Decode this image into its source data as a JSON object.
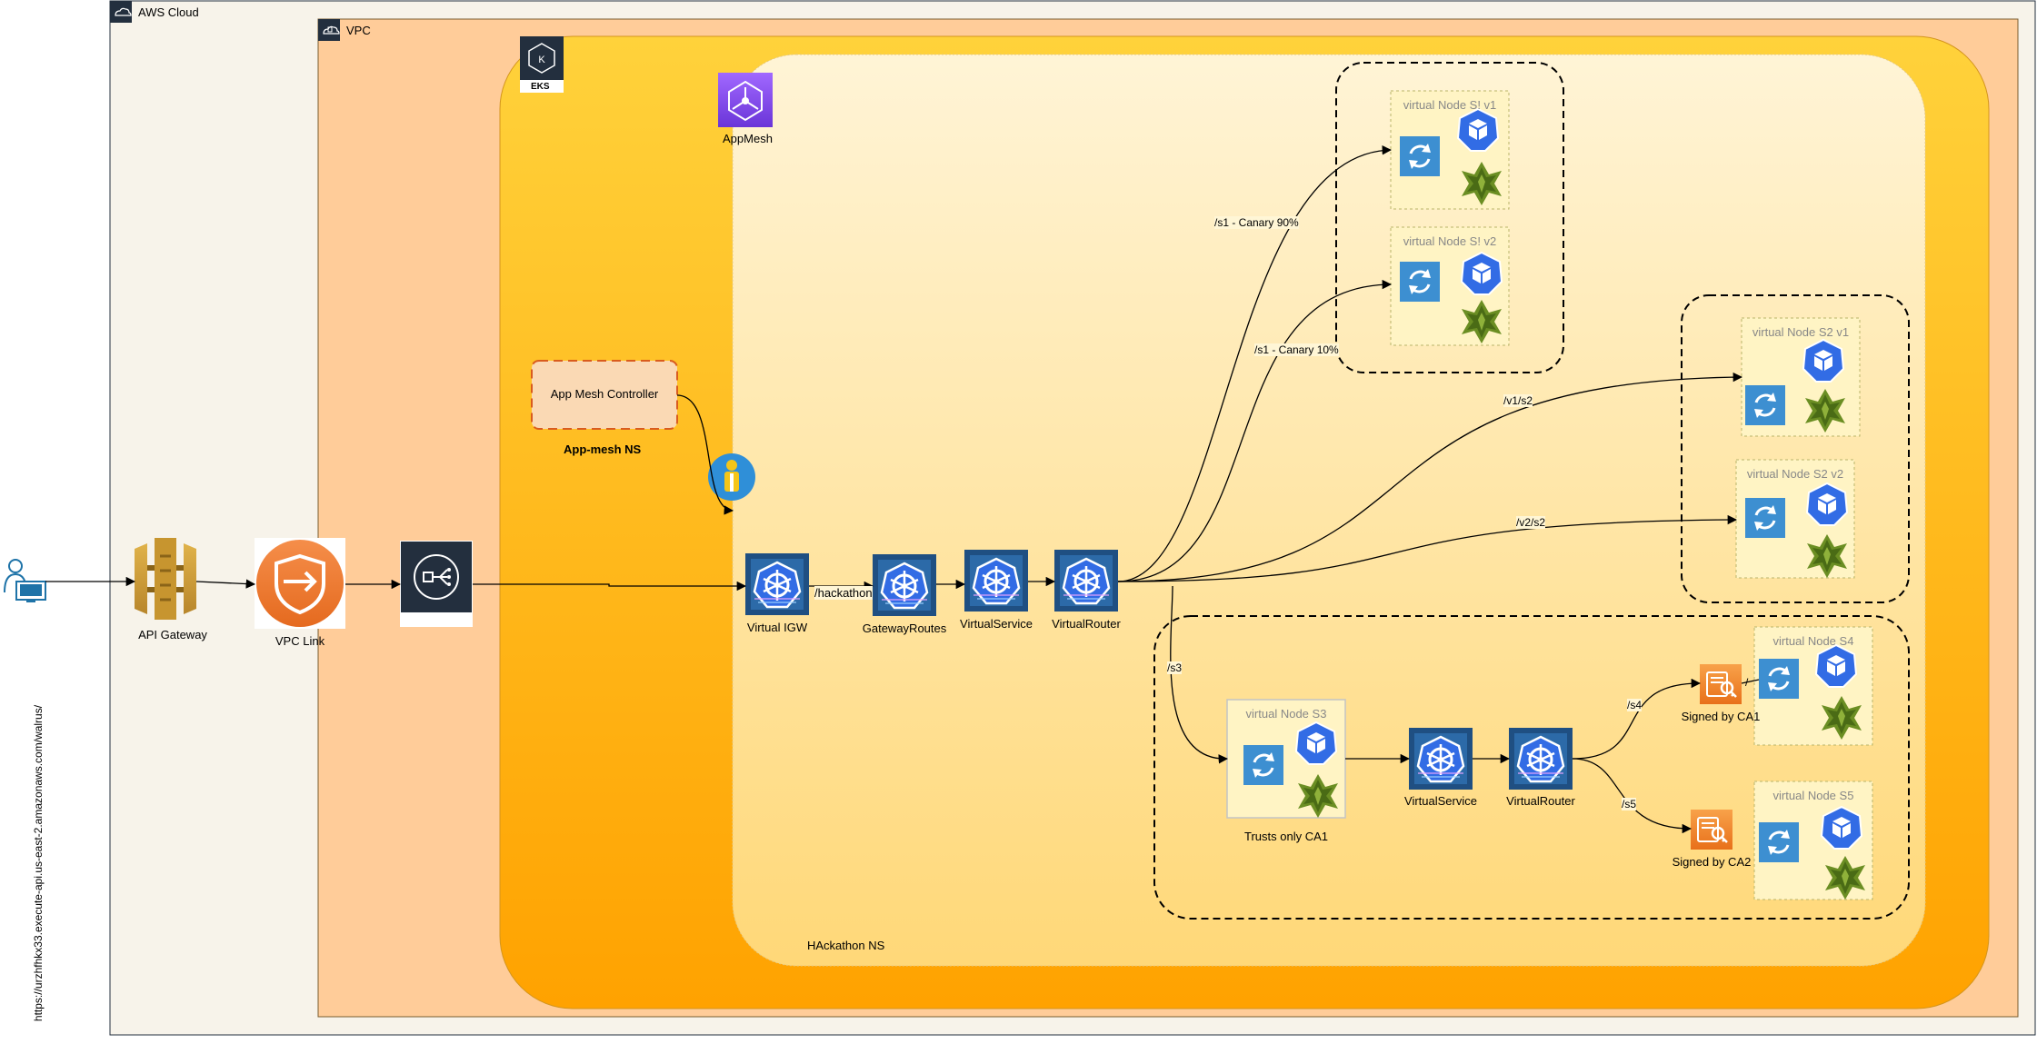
{
  "groups": {
    "aws_cloud": "AWS Cloud",
    "vpc": "VPC",
    "eks_badge": "EKS",
    "appmesh": "AppMesh",
    "app_mesh_ns": "App-mesh NS",
    "hackathon_ns": "HAckathon NS"
  },
  "app_mesh_controller": "App Mesh Controller",
  "url": "https://urzhfhkx33.execute-api.us-east-2.amazonaws.com/walrus/",
  "pipeline": {
    "api_gateway": "API Gateway",
    "vpc_link": "VPC Link",
    "internal_nlb": "Internal NLB",
    "virtual_igw": "Virtual IGW",
    "gateway_routes": "GatewayRoutes",
    "virtual_service": "VirtualService",
    "virtual_router": "VirtualRouter"
  },
  "routes": {
    "hackathon": "/hackathon",
    "s1_canary_90": "/s1 - Canary  90%",
    "s1_canary_10": "/s1 - Canary 10%",
    "v1_s2": "/v1/s2",
    "v2_s2": "/v2/s2",
    "s3": "/s3",
    "s4": "/s4",
    "s5": "/s5",
    "slash": "/"
  },
  "nodes": {
    "s1v1": "virtual Node S! v1",
    "s1v2": "virtual Node S! v2",
    "s2v1": "virtual Node S2 v1",
    "s2v2": "virtual Node S2 v2",
    "s3": "virtual Node S3",
    "s4": "virtual Node S4",
    "s5": "virtual Node S5"
  },
  "s3_section": {
    "trusts": "Trusts only CA1",
    "virtual_service": "VirtualService",
    "virtual_router": "VirtualRouter"
  },
  "certs": {
    "ca1": "Signed by CA1",
    "ca2": "Signed by CA2"
  },
  "colors": {
    "vpc_fill": "#ffcc99",
    "eks_fill": "#ffb000",
    "ns_fill": "#fff2cc",
    "k8s_blue": "#326ce5",
    "appmesh_purple": "#8c4fff",
    "api_gw_gold": "#d9a741",
    "vpc_link_orange": "#ed7d31",
    "cert_orange": "#f58536"
  }
}
